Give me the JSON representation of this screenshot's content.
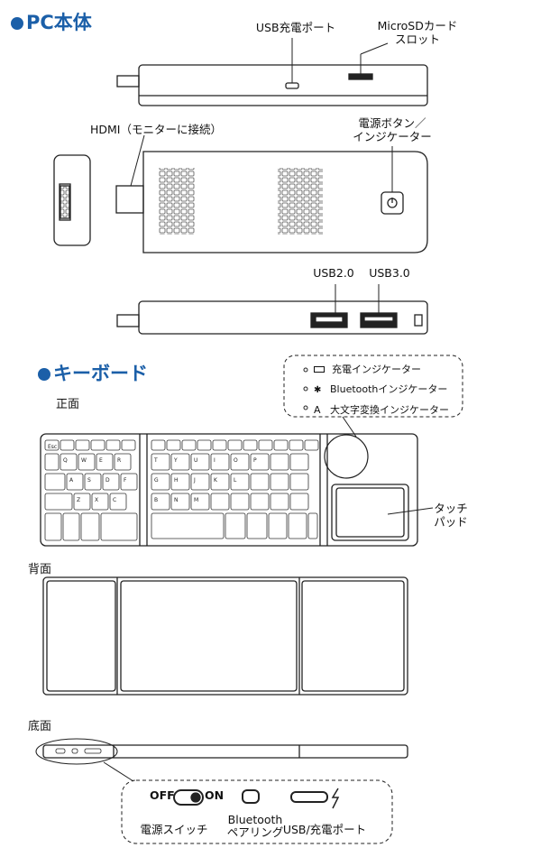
{
  "pc": {
    "heading": "PC本体",
    "usb_port": "USB充電ポート",
    "microsd": [
      "MicroSDカード",
      "スロット"
    ],
    "hdmi": "HDMI（モニターに接続）",
    "power": [
      "電源ボタン／",
      "インジケーター"
    ],
    "usb2": "USB2.0",
    "usb3": "USB3.0"
  },
  "keyboard": {
    "heading": "キーボード",
    "front": "正面",
    "back": "背面",
    "bottom": "底面",
    "touchpad": [
      "タッチ",
      "パッド"
    ],
    "indicators": [
      {
        "icon": "battery-icon",
        "text": "充電インジケーター"
      },
      {
        "icon": "bluetooth-icon",
        "text": "Bluetoothインジケーター"
      },
      {
        "icon": "A",
        "text": "大文字変換インジケーター"
      }
    ],
    "switch_off": "OFF",
    "switch_on": "ON",
    "power_switch": "電源スイッチ",
    "pairing": [
      "Bluetooth",
      "ペアリング"
    ],
    "usb_charge": "USB/充電ポート",
    "left_keys": [
      [
        "Esc",
        "",
        "",
        "",
        "",
        ""
      ],
      [
        "Q",
        "W",
        "E",
        "R"
      ],
      [
        "A",
        "S",
        "D",
        "F"
      ],
      [
        "Z",
        "X",
        "C"
      ]
    ],
    "right_keys": [
      [
        "",
        "",
        "",
        "",
        "",
        ""
      ],
      [
        "T",
        "Y",
        "U",
        "I",
        "O",
        "P"
      ],
      [
        "G",
        "H",
        "J",
        "K",
        "L"
      ],
      [
        "B",
        "N",
        "M"
      ]
    ]
  },
  "colors": {
    "accent": "#1b5fa8"
  }
}
